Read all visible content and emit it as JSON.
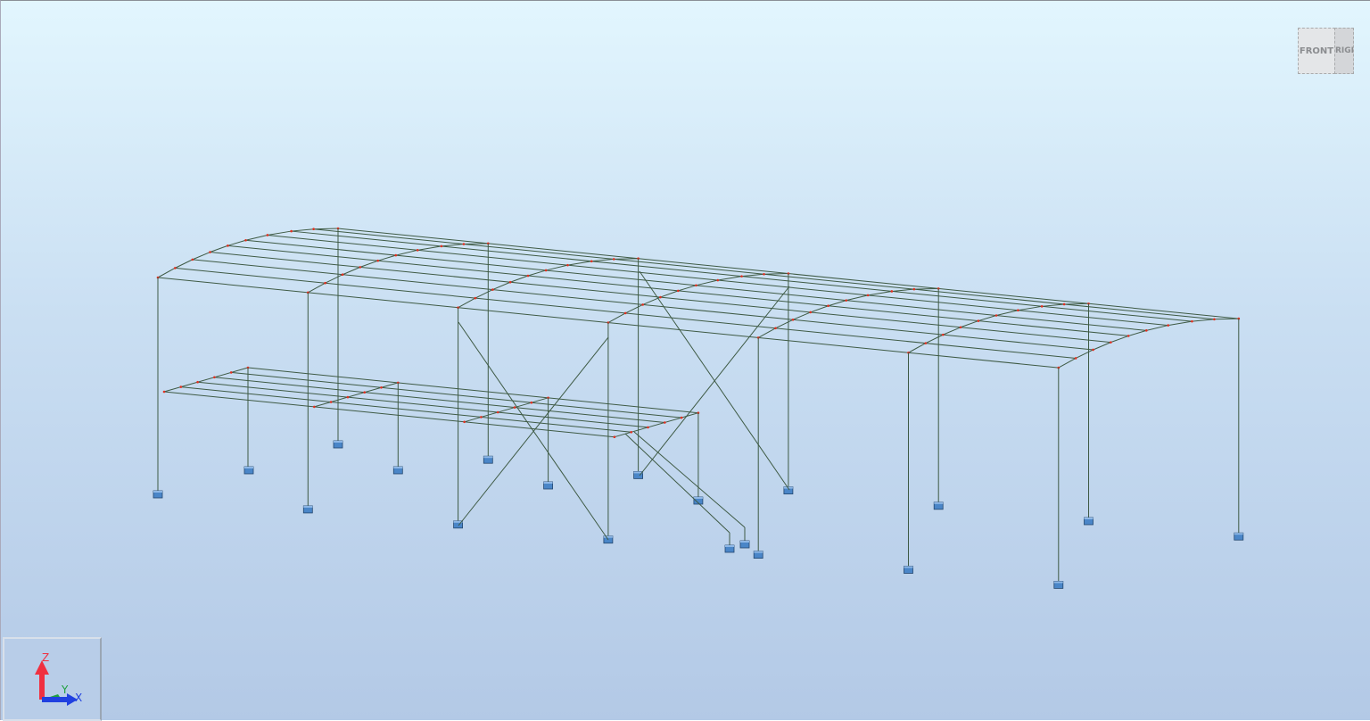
{
  "viewcube": {
    "front_label": "FRONT",
    "right_label": "RIGHT"
  },
  "axis_triad": {
    "x_label": "X",
    "y_label": "Y",
    "z_label": "Z",
    "x_color": "#2040e0",
    "y_color": "#20a040",
    "z_color": "#f03040"
  },
  "colors": {
    "member": "#3e5a44",
    "node": "#e03020",
    "support": "#4a86c8"
  }
}
